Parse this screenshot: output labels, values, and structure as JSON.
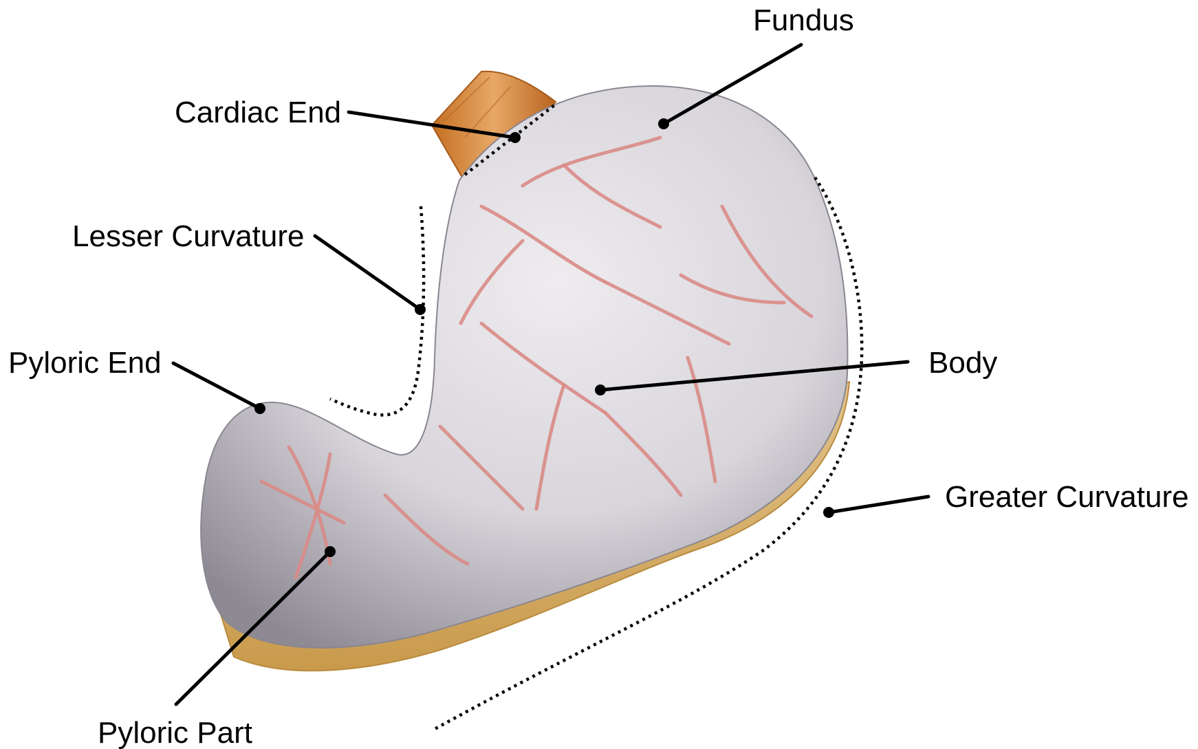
{
  "labels": {
    "fundus": "Fundus",
    "cardiac_end": "Cardiac End",
    "lesser_curvature": "Lesser Curvature",
    "pyloric_end": "Pyloric End",
    "body": "Body",
    "greater_curvature": "Greater Curvature",
    "pyloric_part": "Pyloric Part"
  },
  "colors": {
    "stomach_surface": "#d9d6dc",
    "stomach_shadow": "#9c98a2",
    "esophagus": "#d98a3c",
    "fat_border": "#d9b36a",
    "blood_vessel": "#d98b86",
    "annotation": "#000000"
  }
}
